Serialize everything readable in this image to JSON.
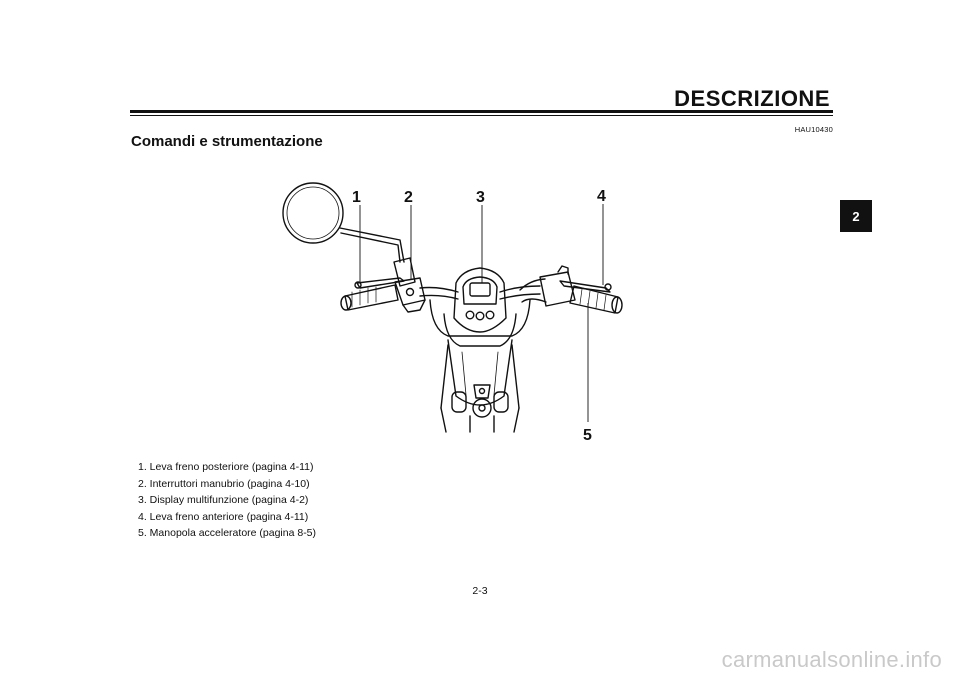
{
  "header": {
    "title": "DESCRIZIONE",
    "doc_code": "HAU10430"
  },
  "section": {
    "title": "Comandi e strumentazione"
  },
  "chapter_tab": {
    "label": "2"
  },
  "figure": {
    "callouts": [
      "1",
      "2",
      "3",
      "4",
      "5"
    ]
  },
  "legend": {
    "items": [
      "1.  Leva freno posteriore (pagina 4-11)",
      "2.  Interruttori manubrio (pagina 4-10)",
      "3.  Display multifunzione (pagina 4-2)",
      "4.  Leva freno anteriore (pagina 4-11)",
      "5.  Manopola acceleratore (pagina 8-5)"
    ]
  },
  "footer": {
    "page_number": "2-3",
    "watermark": "carmanualsonline.info"
  }
}
